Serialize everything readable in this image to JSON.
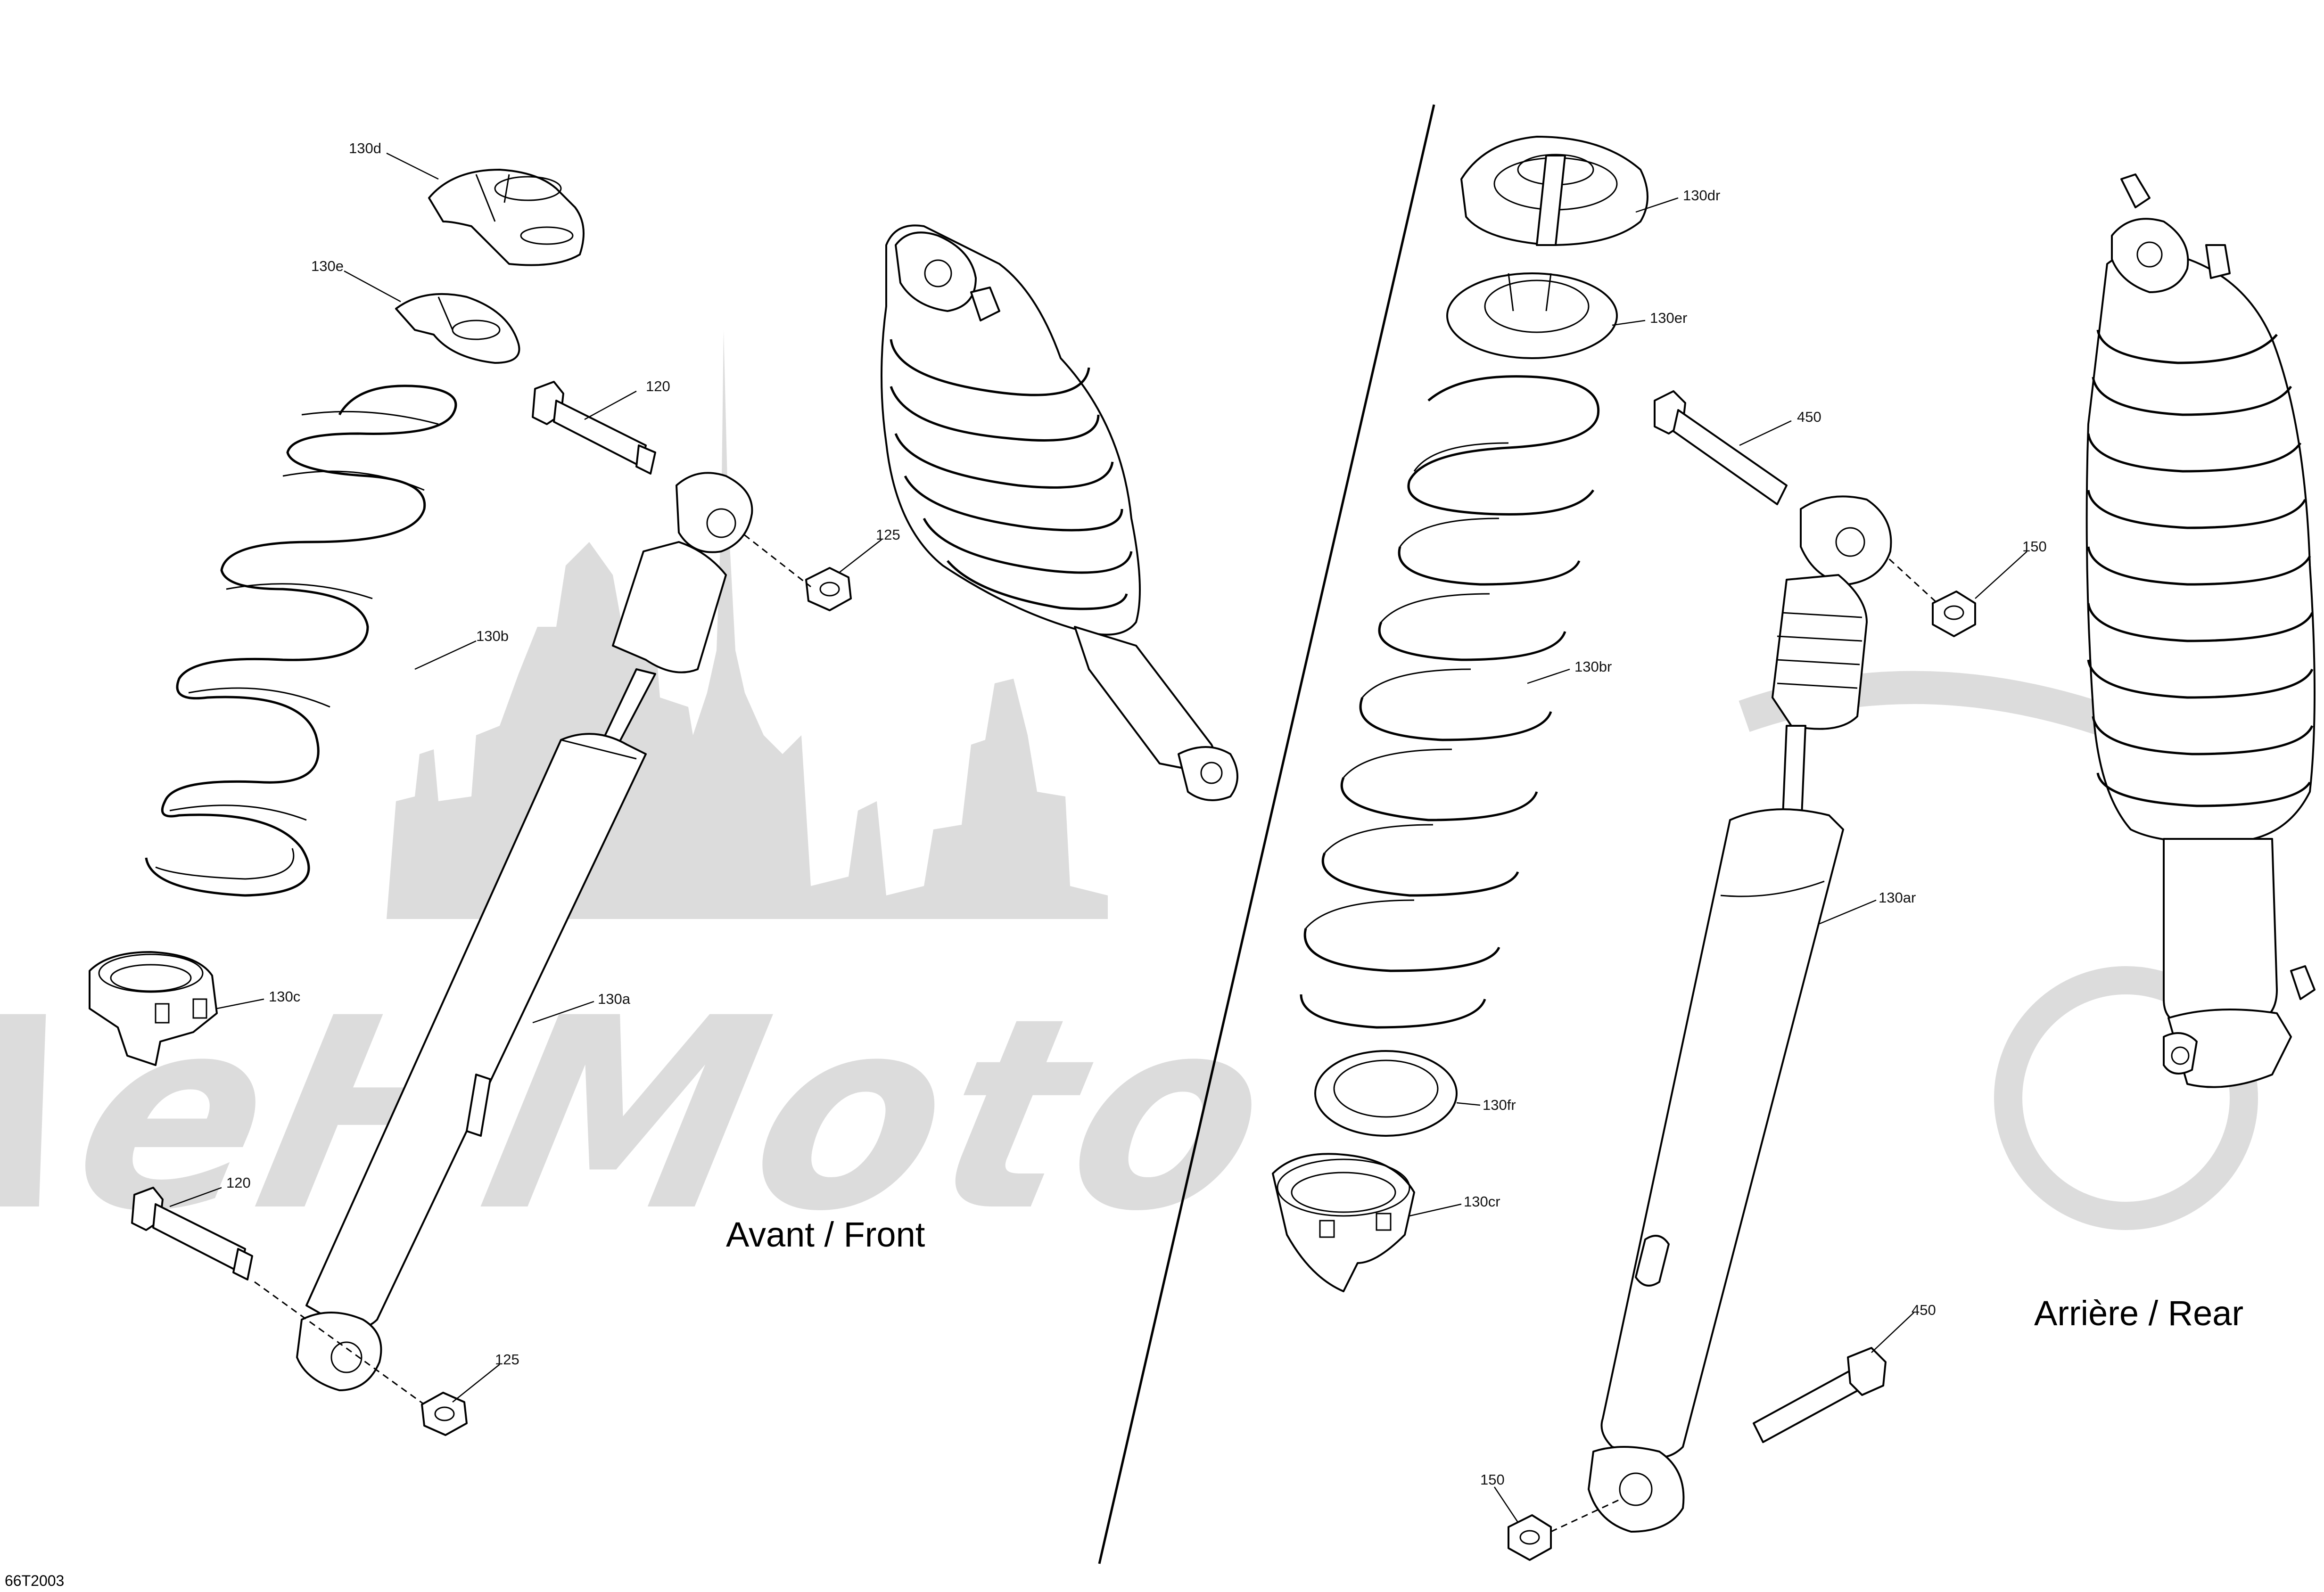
{
  "sections": {
    "front": "Avant / Front",
    "rear": "Arrière / Rear"
  },
  "drawing_code": "66T2003",
  "watermark_text": "AeHMoto",
  "callouts": {
    "c130d": "130d",
    "c130e": "130e",
    "c120_top": "120",
    "c125_top": "125",
    "c130b": "130b",
    "c130c": "130c",
    "c130a": "130a",
    "c120_bottom": "120",
    "c125_bottom": "125",
    "c130dr": "130dr",
    "c130er": "130er",
    "c450_top": "450",
    "c150_top": "150",
    "c130br": "130br",
    "c130ar": "130ar",
    "c130fr": "130fr",
    "c130cr": "130cr",
    "c450_bottom": "450",
    "c150_bottom": "150"
  },
  "colors": {
    "line": "#000000",
    "watermark": "#dcdcdc",
    "background": "#ffffff"
  }
}
